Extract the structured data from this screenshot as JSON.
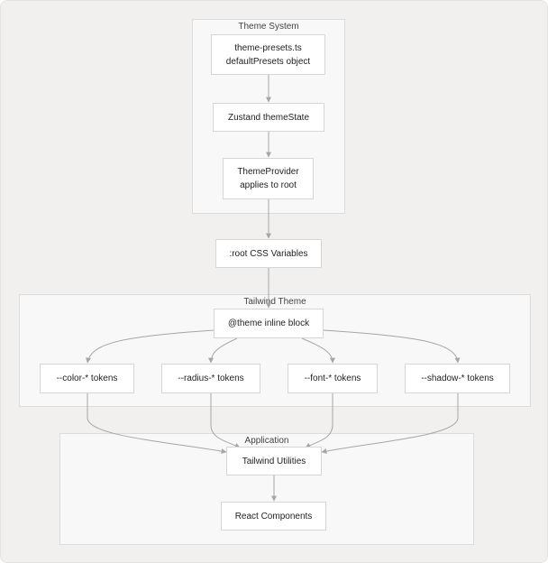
{
  "clusters": {
    "theme_system": "Theme System",
    "tailwind_theme": "Tailwind Theme",
    "application": "Application"
  },
  "nodes": {
    "theme_presets": {
      "line1": "theme-presets.ts",
      "line2": "defaultPresets object"
    },
    "zustand": "Zustand themeState",
    "theme_provider": {
      "line1": "ThemeProvider",
      "line2": "applies to root"
    },
    "root_css": ":root CSS Variables",
    "theme_inline": "@theme inline block",
    "color_tokens": "--color-* tokens",
    "radius_tokens": "--radius-* tokens",
    "font_tokens": "--font-* tokens",
    "shadow_tokens": "--shadow-* tokens",
    "tailwind_utilities": "Tailwind Utilities",
    "react_components": "React Components"
  },
  "edges": [
    [
      "theme_presets",
      "zustand"
    ],
    [
      "zustand",
      "theme_provider"
    ],
    [
      "theme_provider",
      "root_css"
    ],
    [
      "root_css",
      "theme_inline"
    ],
    [
      "theme_inline",
      "color_tokens"
    ],
    [
      "theme_inline",
      "radius_tokens"
    ],
    [
      "theme_inline",
      "font_tokens"
    ],
    [
      "theme_inline",
      "shadow_tokens"
    ],
    [
      "color_tokens",
      "tailwind_utilities"
    ],
    [
      "radius_tokens",
      "tailwind_utilities"
    ],
    [
      "font_tokens",
      "tailwind_utilities"
    ],
    [
      "shadow_tokens",
      "tailwind_utilities"
    ],
    [
      "tailwind_utilities",
      "react_components"
    ]
  ],
  "colors": {
    "edge": "#a6a6a6",
    "node_border": "#d6d6d6",
    "cluster_fill": "#f8f8f8",
    "background": "#f1f0ef"
  }
}
